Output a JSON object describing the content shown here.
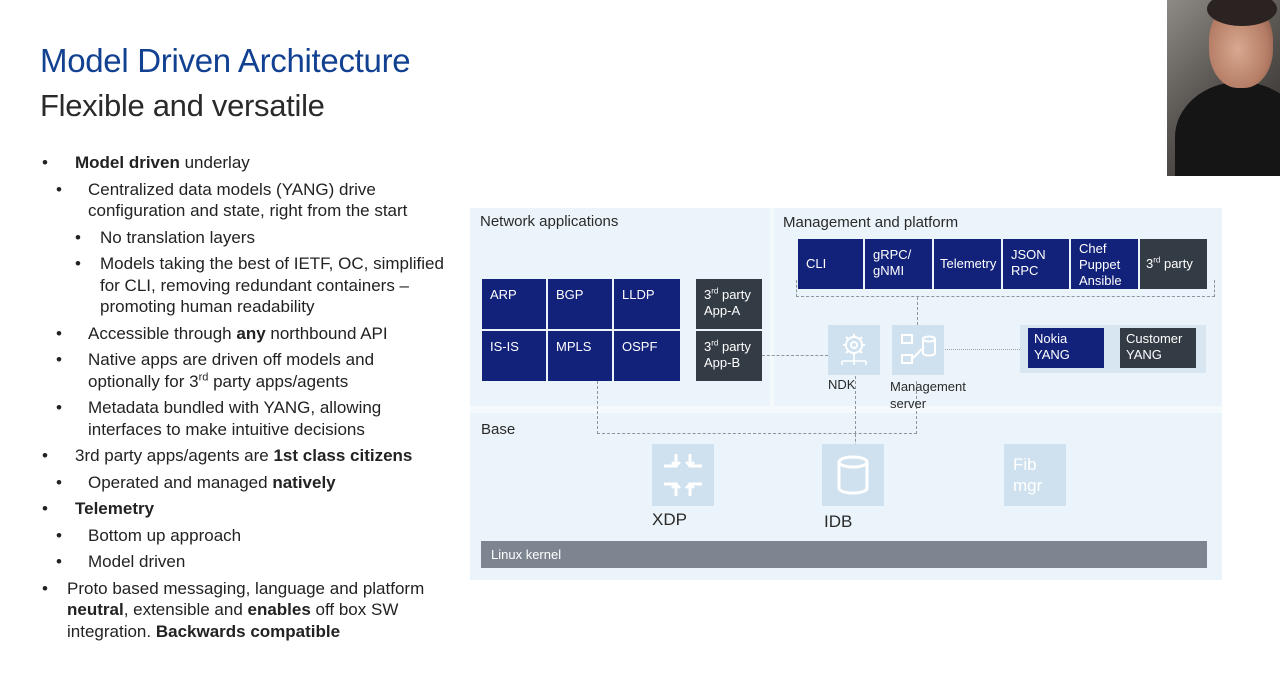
{
  "slide": {
    "title": "Model Driven Architecture",
    "subtitle": "Flexible and versatile"
  },
  "bullets": {
    "b1_bold": "Model driven",
    "b1_rest": " underlay",
    "b2": "Centralized data models (YANG) drive configuration and state, right from the start",
    "b3": "No translation layers",
    "b4": "Models taking the best of IETF, OC, simplified for CLI, removing redundant containers – promoting human readability",
    "b5_pre": "Accessible through ",
    "b5_bold": "any",
    "b5_post": " northbound API",
    "b6_pre": "Native apps are driven off models and optionally for 3",
    "b6_sup": "rd",
    "b6_post": " party apps/agents",
    "b7": "Metadata bundled with YANG, allowing interfaces to make intuitive decisions",
    "b8_pre": "3rd party apps/agents are ",
    "b8_bold": "1st class citizens",
    "b9_pre": "Operated and managed ",
    "b9_bold": "natively",
    "b10_bold": "Telemetry",
    "b11": "Bottom up approach",
    "b12": "Model driven",
    "b13_pre": "Proto based messaging, language and platform ",
    "b13_bold1": "neutral",
    "b13_mid": ", extensible and ",
    "b13_bold2": "enables",
    "b13_post": " off box SW integration. ",
    "b13_bold3": "Backwards compatible"
  },
  "diagram": {
    "network_apps_label": "Network applications",
    "mgmt_label": "Management and platform",
    "base_label": "Base",
    "apps": {
      "arp": "ARP",
      "bgp": "BGP",
      "lldp": "LLDP",
      "isis": "IS-IS",
      "mpls": "MPLS",
      "ospf": "OSPF"
    },
    "third_party": {
      "prefix": "3",
      "sup": "rd",
      "suffix": " party",
      "app_a": "App-A",
      "app_b": "App-B"
    },
    "mgmt": {
      "cli": "CLI",
      "grpc_1": "gRPC/",
      "grpc_2": "gNMI",
      "telemetry": "Telemetry",
      "json_1": "JSON",
      "json_2": "RPC",
      "chef_1": "Chef",
      "chef_2": "Puppet",
      "chef_3": "Ansible",
      "third_party_suffix": " party"
    },
    "ndk_label": "NDK",
    "mgmt_server_1": "Management",
    "mgmt_server_2": "server",
    "nokia_yang_1": "Nokia",
    "nokia_yang_2": "YANG",
    "customer_yang_1": "Customer",
    "customer_yang_2": "YANG",
    "xdp_label": "XDP",
    "idb_label": "IDB",
    "fib_1": "Fib",
    "fib_2": "mgr",
    "kernel_label": "Linux kernel"
  },
  "colors": {
    "title": "#124191",
    "app_box": "#12217a",
    "third_party_box": "#333b45",
    "icon_tile": "#cfe1ee",
    "kernel_bar": "#7c8590"
  },
  "icons": [
    "arrows-converge-icon",
    "gear-network-icon",
    "server-flow-icon",
    "database-icon"
  ]
}
